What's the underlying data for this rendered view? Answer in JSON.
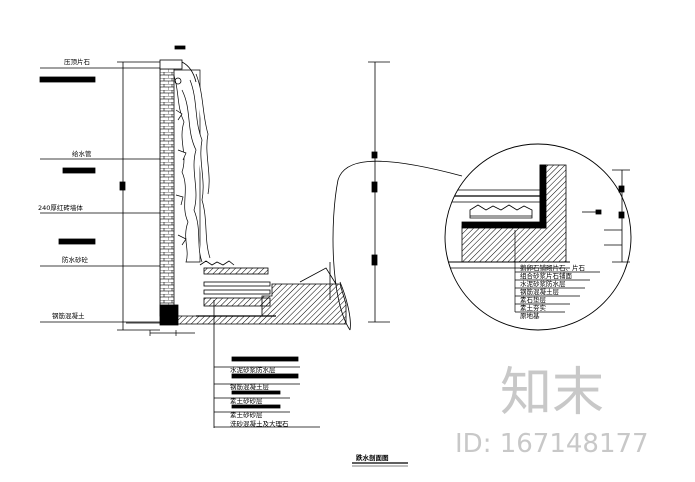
{
  "left_labels": [
    "压顶片石",
    "给水管",
    "240厚红砖墙体",
    "防水砂砼",
    "钢筋混凝土"
  ],
  "bottom_labels": [
    "水泥砂浆防水层",
    "钢筋混凝土层",
    "素土砂砂层",
    "素土砂砂层",
    "洗砂混凝土及大理石"
  ],
  "detail_labels": [
    "鹅卵石铺砌片石、片石",
    "组合砂浆片石铺面",
    "水泥砂浆防水层",
    "钢筋混凝土层",
    "素石垫层",
    "素土夯实",
    "原地基"
  ],
  "drawing_title": "跌水剖面图",
  "watermark": {
    "logo": "知末",
    "id": "ID: 167148177"
  }
}
